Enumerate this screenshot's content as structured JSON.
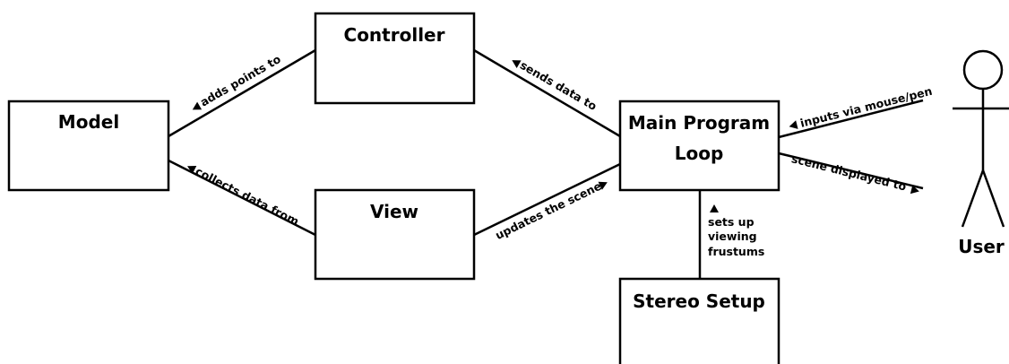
{
  "boxes": {
    "model": "Model",
    "controller": "Controller",
    "view": "View",
    "main_loop_line1": "Main Program",
    "main_loop_line2": "Loop",
    "stereo": "Stereo Setup"
  },
  "edges": {
    "model_controller": "adds points to",
    "controller_main": "sends data to",
    "model_view": "collects data from",
    "view_main": "updates the scene",
    "main_stereo_line1": "sets up",
    "main_stereo_line2": "viewing",
    "main_stereo_line3": "frustums",
    "user_main": "inputs via mouse/pen",
    "main_user": "scene displayed to"
  },
  "actor": {
    "label": "User"
  }
}
